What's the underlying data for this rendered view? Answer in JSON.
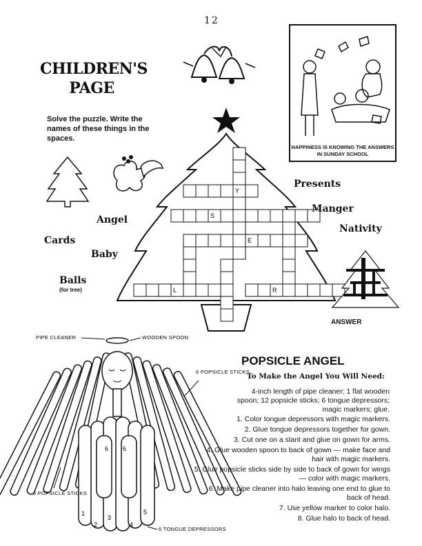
{
  "page_number": "12",
  "title_line1": "CHILDREN'S",
  "title_line2": "PAGE",
  "instructions": "Solve the puzzle. Write the names of these things in the spaces.",
  "words": {
    "presents": "Presents",
    "manger": "Manger",
    "nativity": "Nativity",
    "angel": "Angel",
    "cards": "Cards",
    "baby": "Baby",
    "balls": "Balls",
    "balls_note": "(for tree)"
  },
  "grid_letters": {
    "y": "Y",
    "s": "S",
    "e": "E",
    "l": "L",
    "r": "R"
  },
  "cartoon_caption": "HAPPINESS IS KNOWING THE ANSWERS IN SUNDAY SCHOOL",
  "answer_label": "ANSWER",
  "angel_labels": {
    "pipe_cleaner": "PIPE CLEANER",
    "wooden_spoon": "WOODEN SPOON",
    "popsicle_right": "6 POPSICLE STICKS",
    "popsicle_left": "6 POPSICLE STICKS",
    "tongue": "6 TONGUE DEPRESSORS",
    "numbers": [
      "1",
      "2",
      "3",
      "4",
      "5",
      "6",
      "6"
    ]
  },
  "popsicle_title": "POPSICLE ANGEL",
  "popsicle_subtitle": "To Make the Angel You Will Need:",
  "need_text": "4-inch length of pipe cleaner; 1 flat wooden spoon; 12 popsicle sticks; 6 tongue depressors; magic markers; glue.",
  "steps": [
    "1. Color tongue depressors with magic markers.",
    "2. Glue tongue depressors together for gown.",
    "3. Cut one on a slant and glue on gown for arms.",
    "4. Glue wooden spoon to back of gown — make face and hair with magic markers.",
    "5. Glue popsicle sticks side by side to back of gown for wings — color with magic markers.",
    "6. Make pipe cleaner into halo leaving one end to glue to back of head.",
    "7. Use yellow marker to color halo.",
    "8. Glue halo to back of head."
  ]
}
